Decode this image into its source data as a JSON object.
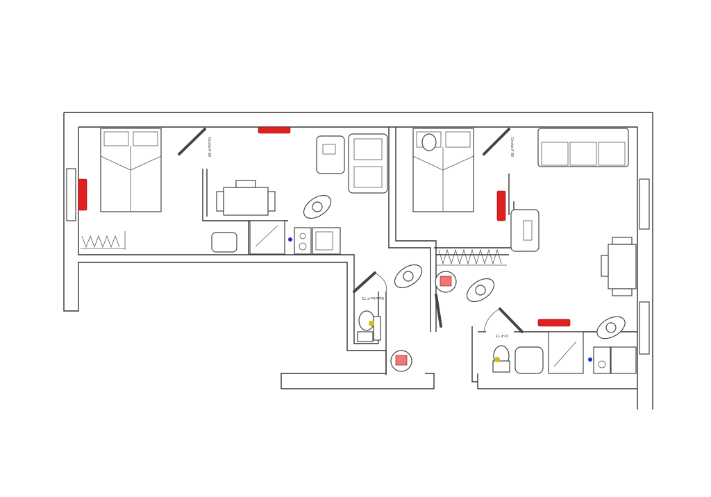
{
  "plan": {
    "door_labels": {
      "bedroom1_door": "Droite-P 80",
      "bedroom2_door": "Droite-P 80",
      "wc1_door": "Gauche-P 73",
      "wc2_door": "Dr-P 73"
    }
  },
  "colors": {
    "walls": "#333333",
    "radiator": "#e02020",
    "accent_blue": "#1a2ad0",
    "fixture_green": "#c8c020"
  }
}
